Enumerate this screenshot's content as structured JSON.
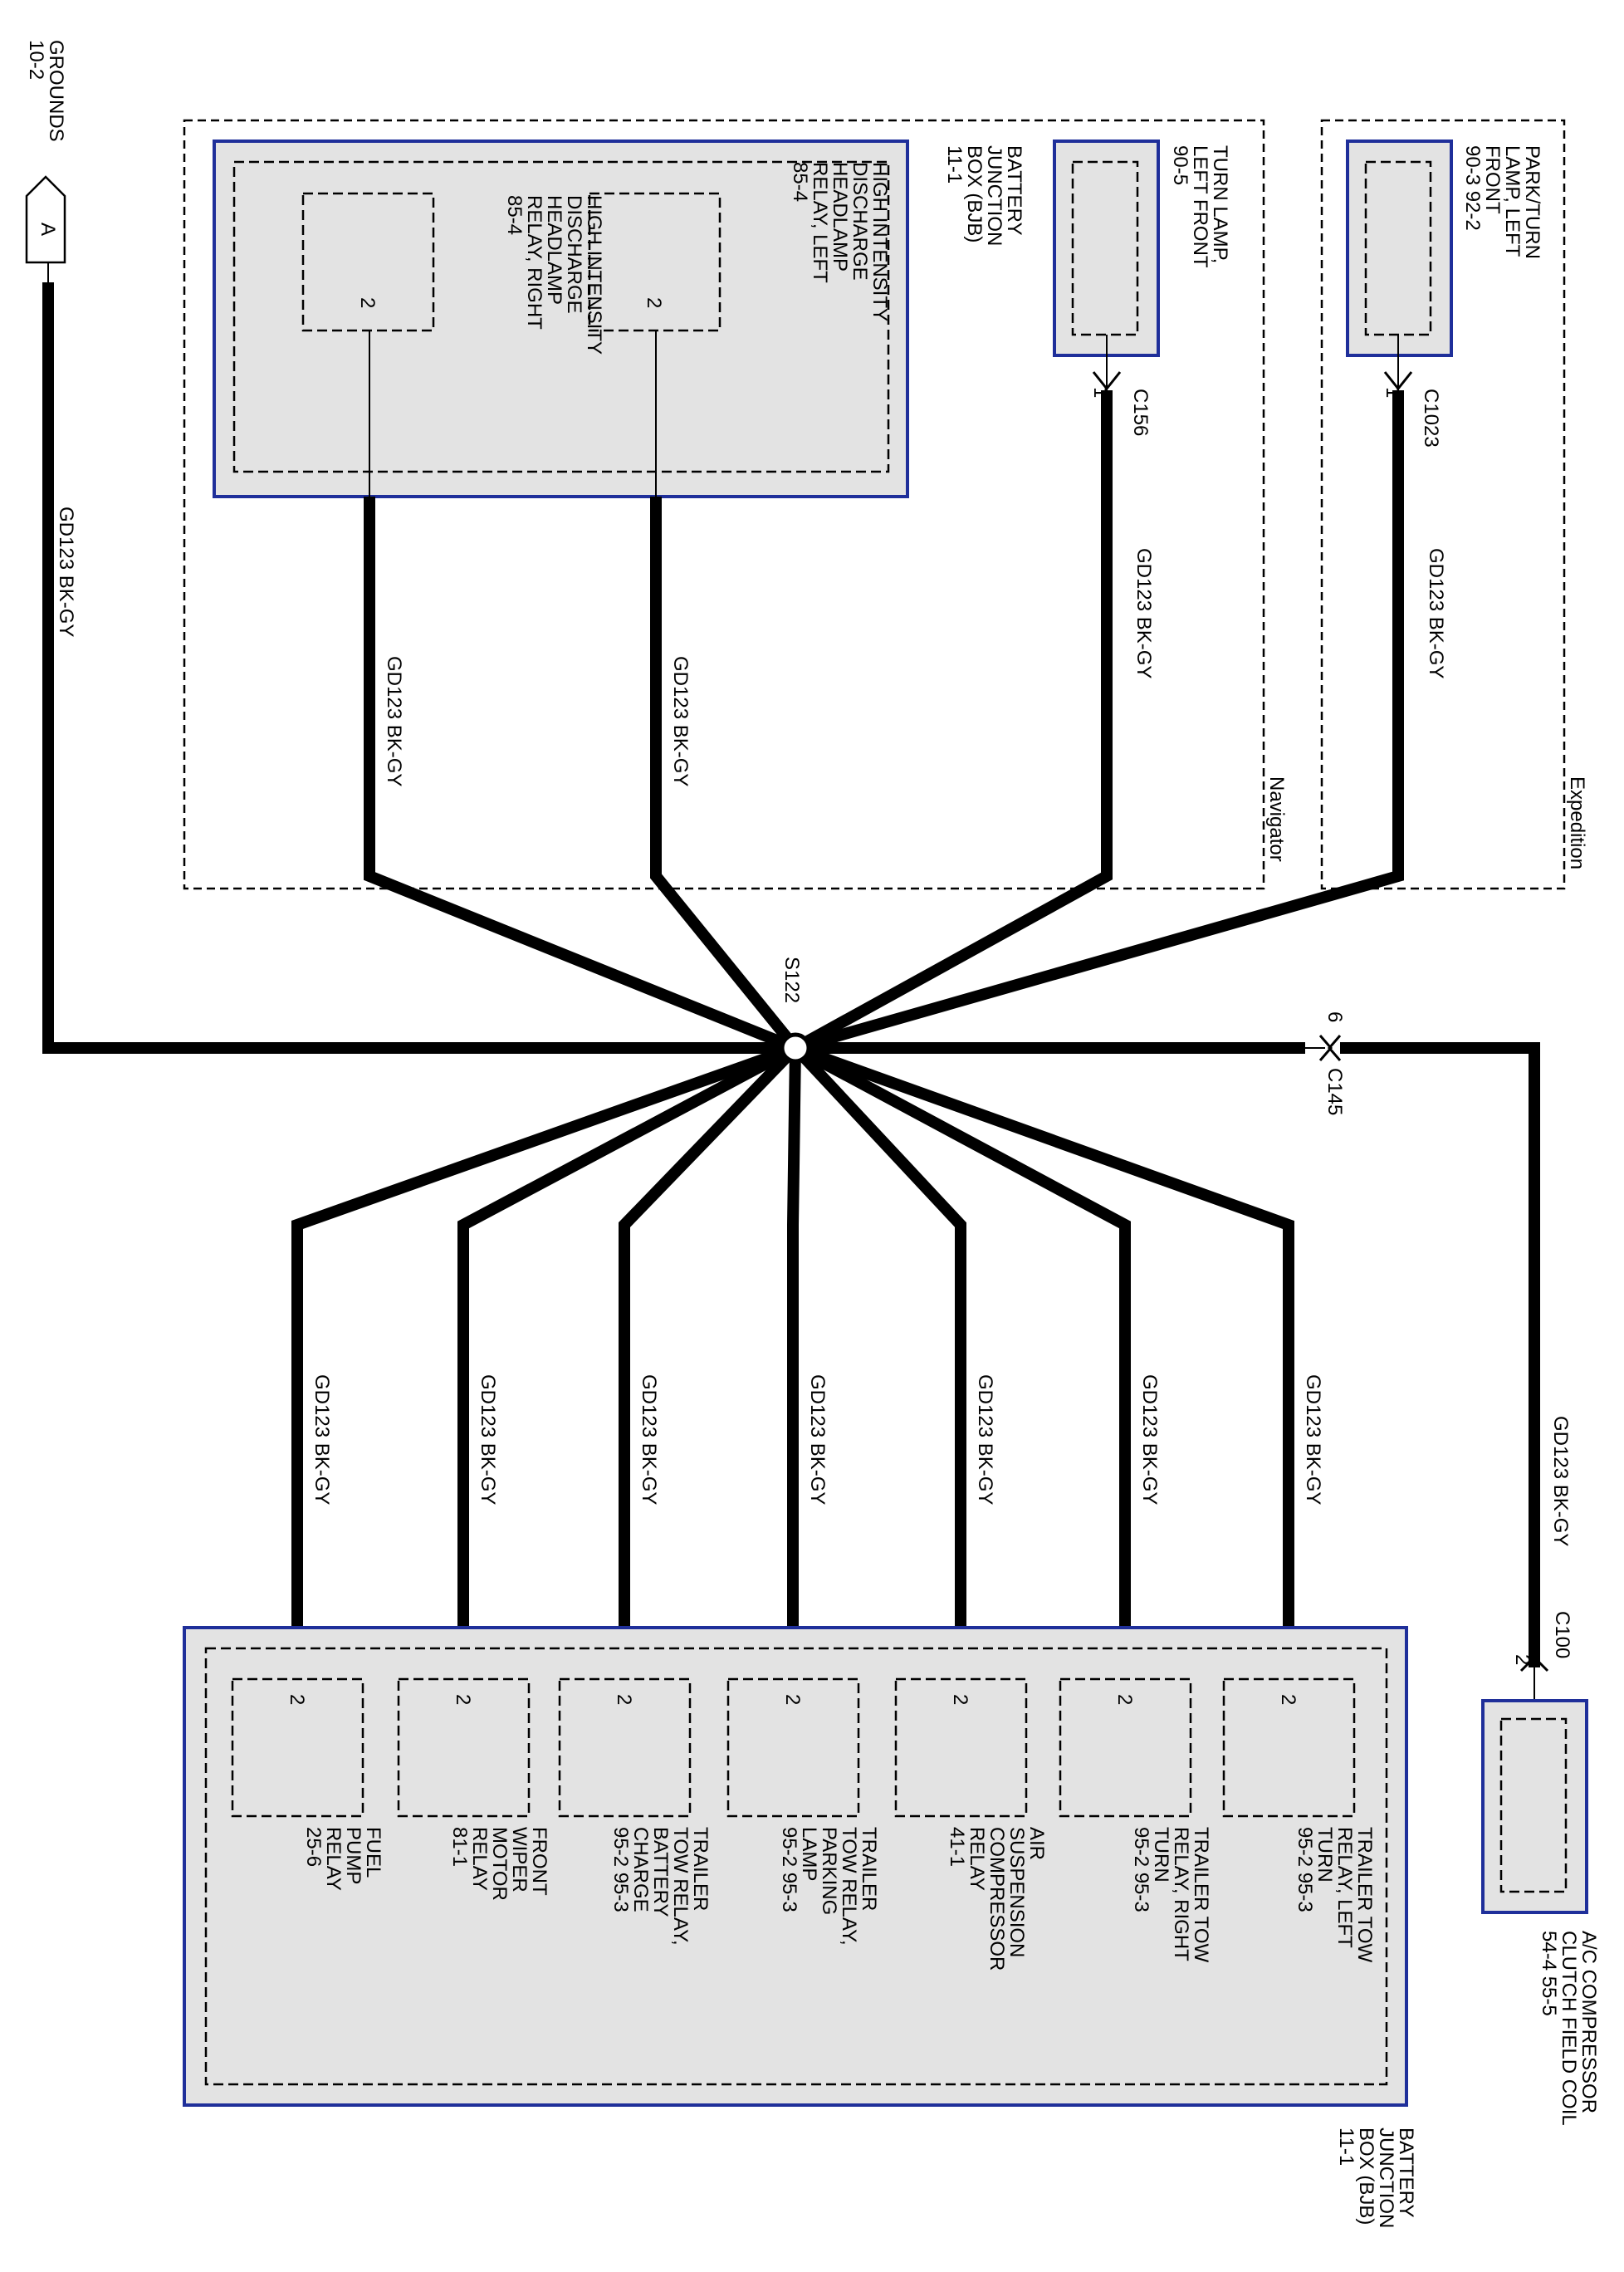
{
  "grounds": {
    "ref_line1": "GROUNDS",
    "ref_line2": "10-2",
    "connector_letter": "A",
    "wire_label": "GD123  BK-GY"
  },
  "splice": {
    "id": "S122"
  },
  "zones": {
    "navigator": "Navigator",
    "expedition": "Expedition"
  },
  "bjb_top": {
    "title_lines": [
      "BATTERY",
      "JUNCTION",
      "BOX (BJB)",
      "11-1"
    ],
    "relays": [
      {
        "lines": [
          "HIGH INTENSITY",
          "DISCHARGE",
          "HEADLAMP",
          "RELAY, LEFT",
          "85-4"
        ],
        "pin": "2",
        "wire_label": "GD123  BK-GY"
      },
      {
        "lines": [
          "HIGH INTENSITY",
          "DISCHARGE",
          "HEADLAMP",
          "RELAY, RIGHT",
          "85-4"
        ],
        "pin": "2",
        "wire_label": "GD123  BK-GY"
      }
    ]
  },
  "turn_lamp": {
    "lines": [
      "TURN LAMP,",
      "LEFT FRONT",
      "90-5"
    ],
    "connector": "C156",
    "pin": "1",
    "wire_label": "GD123  BK-GY"
  },
  "park_turn_lamp": {
    "lines": [
      "PARK/TURN",
      "LAMP, LEFT",
      "FRONT",
      "90-3    92-2"
    ],
    "connector": "C1023",
    "pin": "1",
    "wire_label": "GD123  BK-GY"
  },
  "ac_branch": {
    "inline_connector": "C145",
    "inline_pin": "6",
    "wire_label": "GD123  BK-GY",
    "end_connector": "C100",
    "end_pin": "2",
    "component_lines": [
      "A/C COMPRESSOR",
      "CLUTCH FIELD COIL",
      "54-4    55-5"
    ]
  },
  "bjb_bottom": {
    "title_lines": [
      "BATTERY",
      "JUNCTION",
      "BOX (BJB)",
      "11-1"
    ],
    "relays": [
      {
        "lines": [
          "FUEL",
          "PUMP",
          "RELAY",
          "25-6"
        ],
        "pin": "2",
        "wire_label": "GD123  BK-GY"
      },
      {
        "lines": [
          "FRONT",
          "WIPER",
          "MOTOR",
          "RELAY",
          "81-1"
        ],
        "pin": "2",
        "wire_label": "GD123  BK-GY"
      },
      {
        "lines": [
          "TRAILER",
          "TOW RELAY,",
          "BATTERY",
          "CHARGE",
          "95-2    95-3"
        ],
        "pin": "2",
        "wire_label": "GD123  BK-GY"
      },
      {
        "lines": [
          "TRAILER",
          "TOW RELAY,",
          "PARKING",
          "LAMP",
          "95-2    95-3"
        ],
        "pin": "2",
        "wire_label": "GD123  BK-GY"
      },
      {
        "lines": [
          "AIR",
          "SUSPENSION",
          "COMPRESSOR",
          "RELAY",
          "41-1"
        ],
        "pin": "2",
        "wire_label": "GD123  BK-GY"
      },
      {
        "lines": [
          "TRAILER TOW",
          "RELAY, RIGHT",
          "TURN",
          "95-2    95-3"
        ],
        "pin": "2",
        "wire_label": "GD123  BK-GY"
      },
      {
        "lines": [
          "TRAILER TOW",
          "RELAY, LEFT",
          "TURN",
          "95-2    95-3"
        ],
        "pin": "2",
        "wire_label": "GD123  BK-GY"
      }
    ]
  }
}
